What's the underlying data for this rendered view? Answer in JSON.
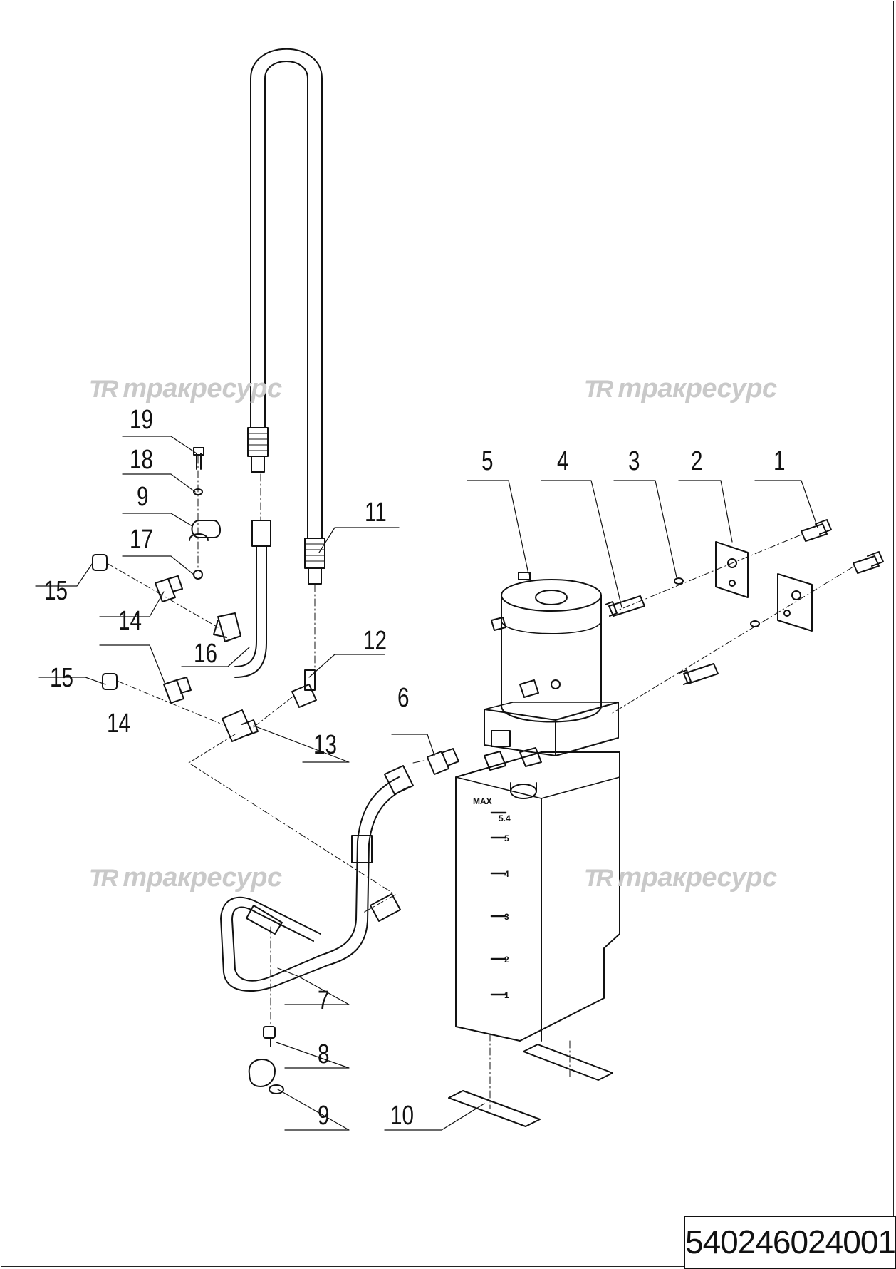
{
  "watermark": {
    "logo": "TR",
    "text": "тракресурс"
  },
  "document_number": "540246024001",
  "callouts": [
    {
      "id": "c1",
      "label": "1"
    },
    {
      "id": "c2",
      "label": "2"
    },
    {
      "id": "c3",
      "label": "3"
    },
    {
      "id": "c4",
      "label": "4"
    },
    {
      "id": "c5",
      "label": "5"
    },
    {
      "id": "c6",
      "label": "6"
    },
    {
      "id": "c7",
      "label": "7"
    },
    {
      "id": "c8",
      "label": "8"
    },
    {
      "id": "c9a",
      "label": "9"
    },
    {
      "id": "c9b",
      "label": "9"
    },
    {
      "id": "c10",
      "label": "10"
    },
    {
      "id": "c11",
      "label": "11"
    },
    {
      "id": "c12",
      "label": "12"
    },
    {
      "id": "c13",
      "label": "13"
    },
    {
      "id": "c14a",
      "label": "14"
    },
    {
      "id": "c14b",
      "label": "14"
    },
    {
      "id": "c15a",
      "label": "15"
    },
    {
      "id": "c15b",
      "label": "15"
    },
    {
      "id": "c16",
      "label": "16"
    },
    {
      "id": "c17",
      "label": "17"
    },
    {
      "id": "c18",
      "label": "18"
    },
    {
      "id": "c19",
      "label": "19"
    }
  ],
  "tank_scale": {
    "max_label": "MAX",
    "max_value": "5.4",
    "marks": [
      "5",
      "4",
      "3",
      "2",
      "1"
    ]
  },
  "colors": {
    "line": "#111111",
    "watermark": "#c9c9c9",
    "background": "#ffffff"
  }
}
